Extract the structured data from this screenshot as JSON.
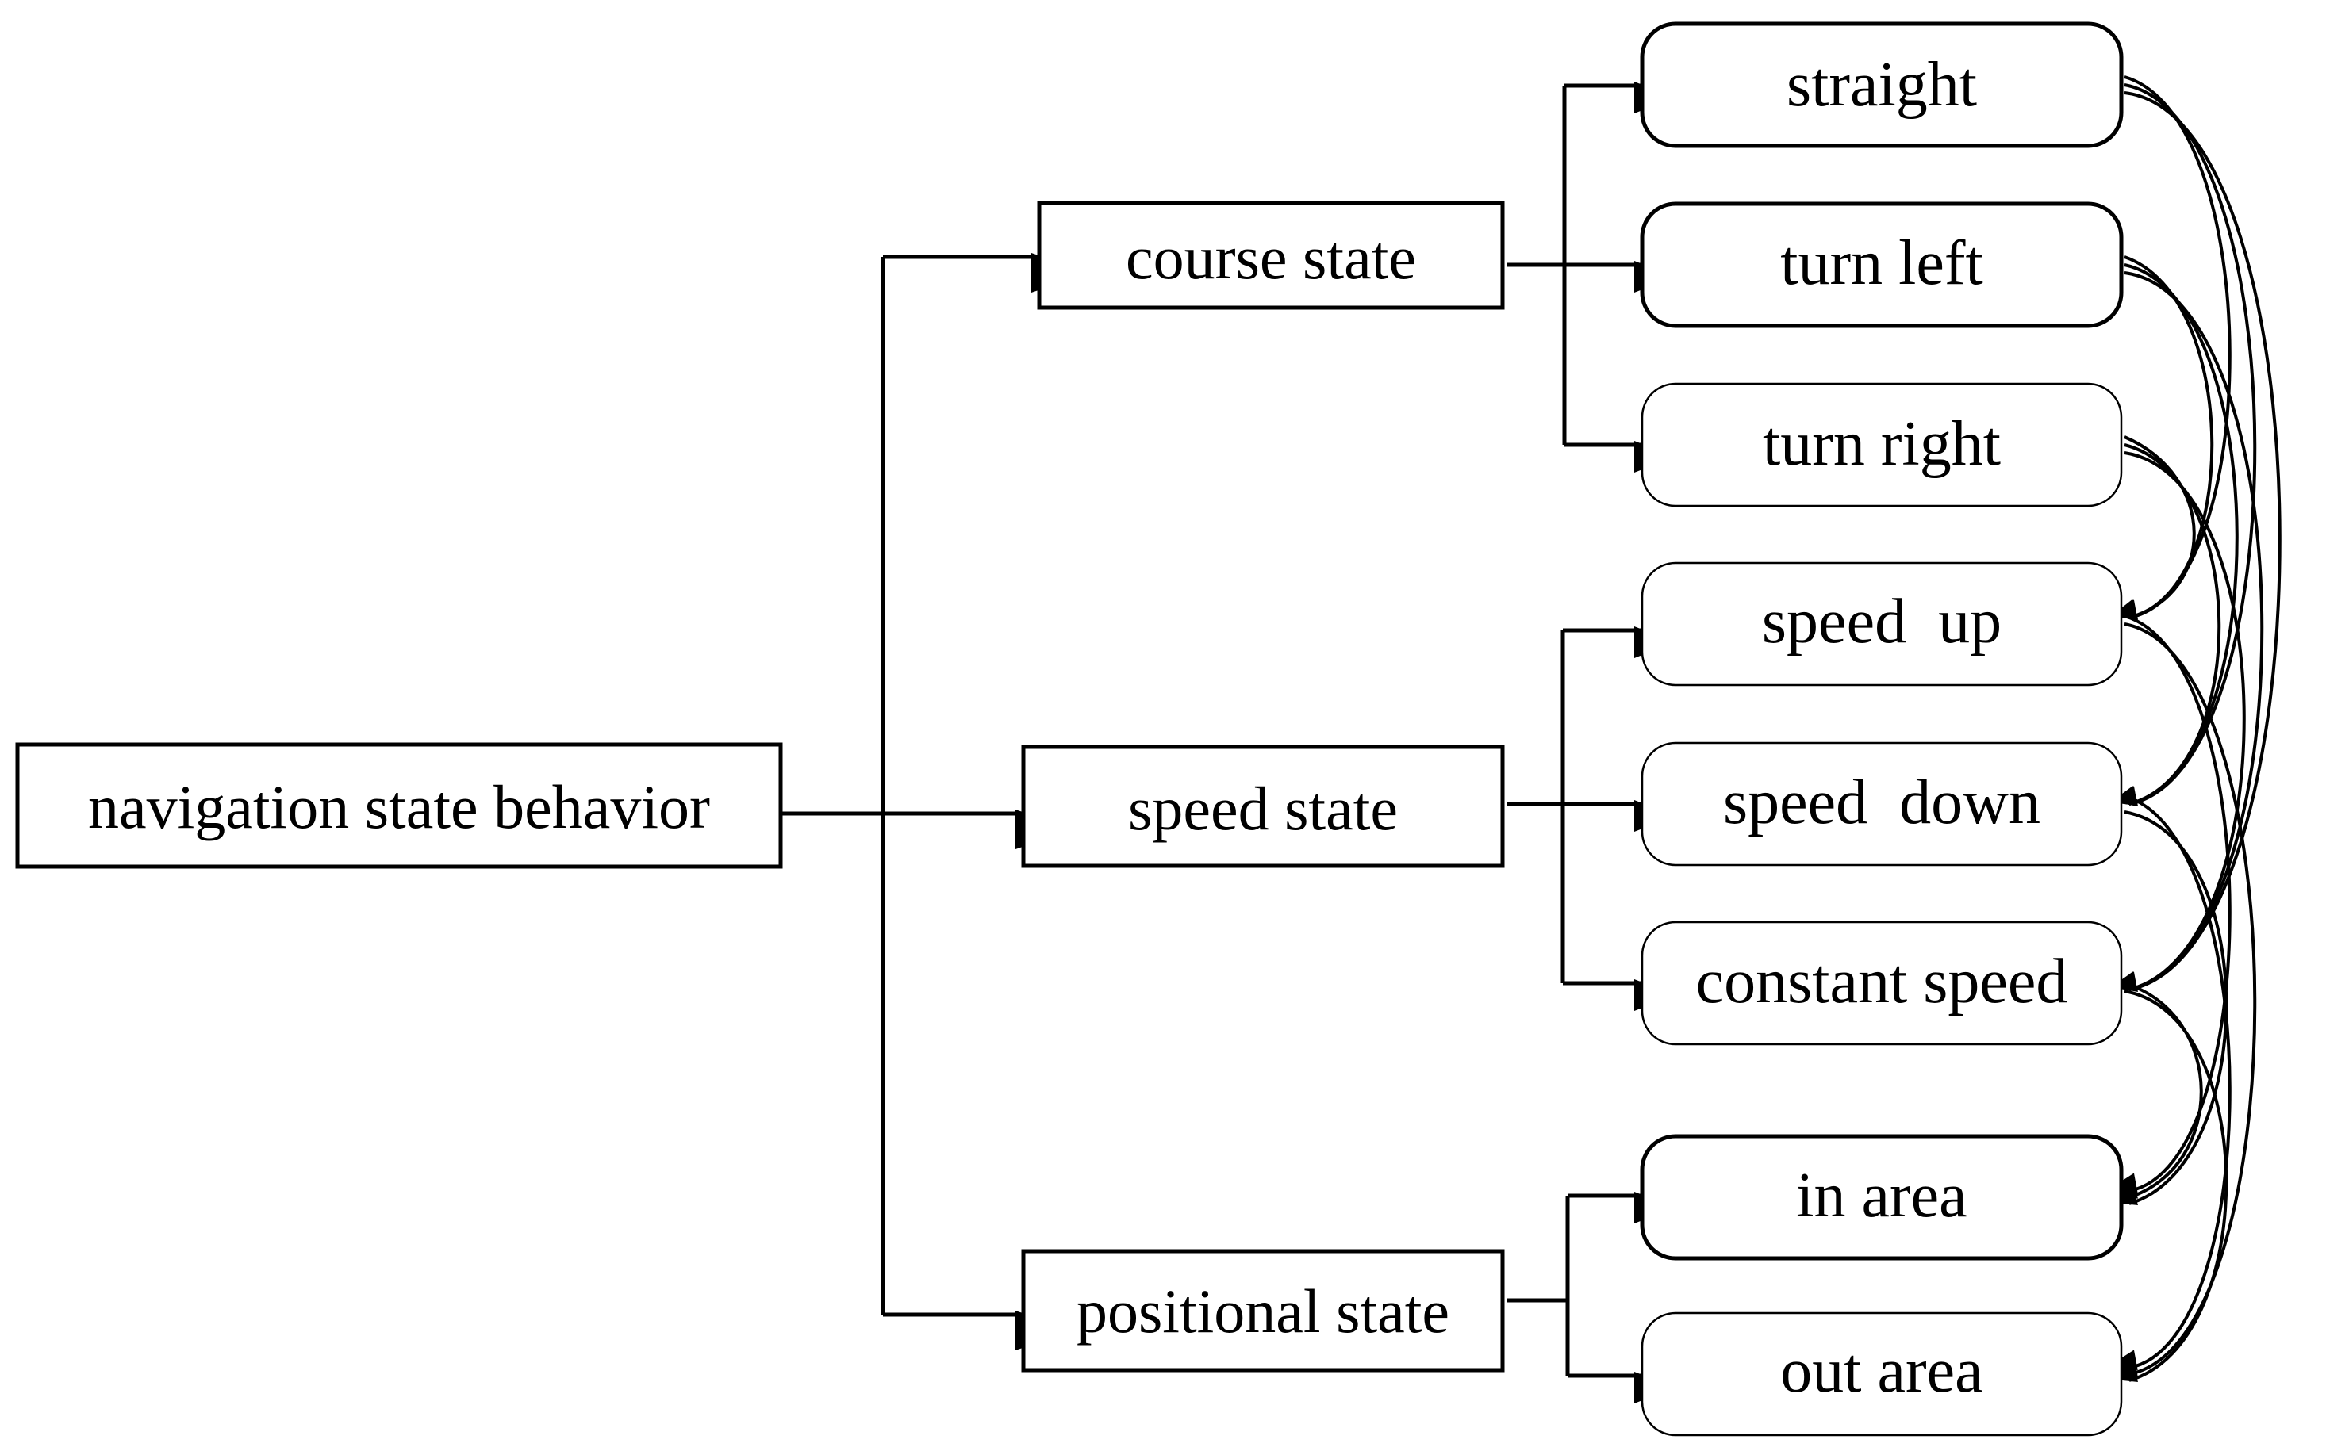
{
  "root": {
    "label": "navigation state behavior"
  },
  "categories": [
    {
      "key": "course",
      "label": "course state"
    },
    {
      "key": "speed",
      "label": "speed state"
    },
    {
      "key": "position",
      "label": "positional state"
    }
  ],
  "leaves": [
    {
      "key": "straight",
      "label": "straight"
    },
    {
      "key": "turn_left",
      "label": "turn left"
    },
    {
      "key": "turn_right",
      "label": "turn right"
    },
    {
      "key": "speed_up",
      "label": "speed  up"
    },
    {
      "key": "speed_down",
      "label": "speed  down"
    },
    {
      "key": "constant_speed",
      "label": "constant speed"
    },
    {
      "key": "in_area",
      "label": "in area"
    },
    {
      "key": "out_area",
      "label": "out area"
    }
  ],
  "transitions": [
    {
      "from": "straight",
      "to": "speed_up"
    },
    {
      "from": "straight",
      "to": "speed_down"
    },
    {
      "from": "straight",
      "to": "constant_speed"
    },
    {
      "from": "turn_left",
      "to": "speed_up"
    },
    {
      "from": "turn_left",
      "to": "speed_down"
    },
    {
      "from": "turn_left",
      "to": "constant_speed"
    },
    {
      "from": "turn_right",
      "to": "speed_up"
    },
    {
      "from": "turn_right",
      "to": "speed_down"
    },
    {
      "from": "turn_right",
      "to": "constant_speed"
    },
    {
      "from": "speed_up",
      "to": "in_area"
    },
    {
      "from": "speed_up",
      "to": "out_area"
    },
    {
      "from": "speed_down",
      "to": "in_area"
    },
    {
      "from": "speed_down",
      "to": "out_area"
    },
    {
      "from": "constant_speed",
      "to": "in_area"
    },
    {
      "from": "constant_speed",
      "to": "out_area"
    }
  ]
}
